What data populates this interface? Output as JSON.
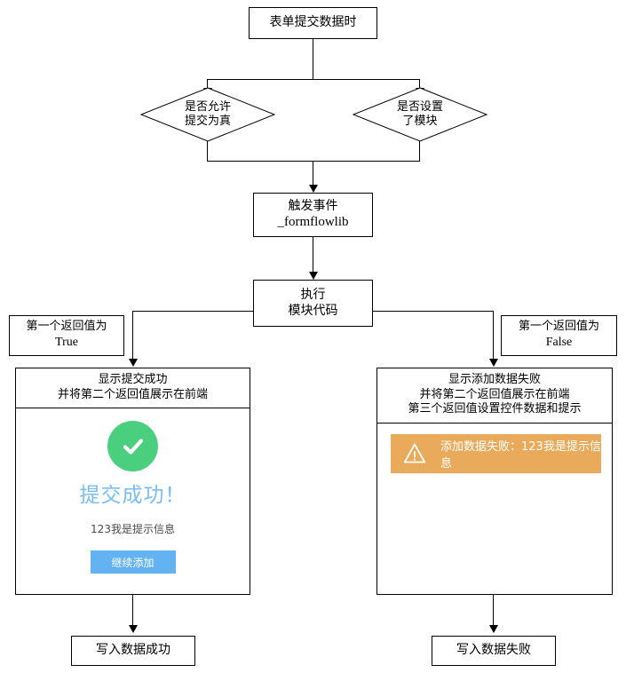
{
  "diagram": {
    "type": "flowchart",
    "title_node": {
      "label": "表单提交数据时"
    },
    "decisions": [
      {
        "id": "allow-submit",
        "line1": "是否允许",
        "line2": "提交为真"
      },
      {
        "id": "module-set",
        "line1": "是否设置",
        "line2": "了模块"
      }
    ],
    "process_trigger": {
      "line1": "触发事件",
      "line2": "_formflowlib"
    },
    "process_execute": {
      "line1": "执行",
      "line2": "模块代码"
    },
    "branch_labels": {
      "left": {
        "line1": "第一个返回值为",
        "line2": "True"
      },
      "right": {
        "line1": "第一个返回值为",
        "line2": "False"
      }
    },
    "success_panel": {
      "head": "显示提交成功\n并将第二个返回值展示在前端",
      "icon": "check-circle-icon",
      "title": "提交成功！",
      "message": "123我是提示信息",
      "button_label": "继续添加",
      "colors": {
        "circle": "#4ACF7F",
        "title": "#78bdf7",
        "button": "#63b3f2"
      }
    },
    "error_panel": {
      "head": "显示添加数据失败\n并将第二个返回值展示在前端\n第三个返回值设置控件数据和提示",
      "icon": "warning-triangle-icon",
      "alert_text": "添加数据失败：123我是提示信息",
      "colors": {
        "alert_bg": "#e9ab5b",
        "alert_text": "#ffffff"
      }
    },
    "terminals": [
      {
        "id": "write-success",
        "label": "写入数据成功"
      },
      {
        "id": "write-fail",
        "label": "写入数据失败"
      }
    ]
  }
}
